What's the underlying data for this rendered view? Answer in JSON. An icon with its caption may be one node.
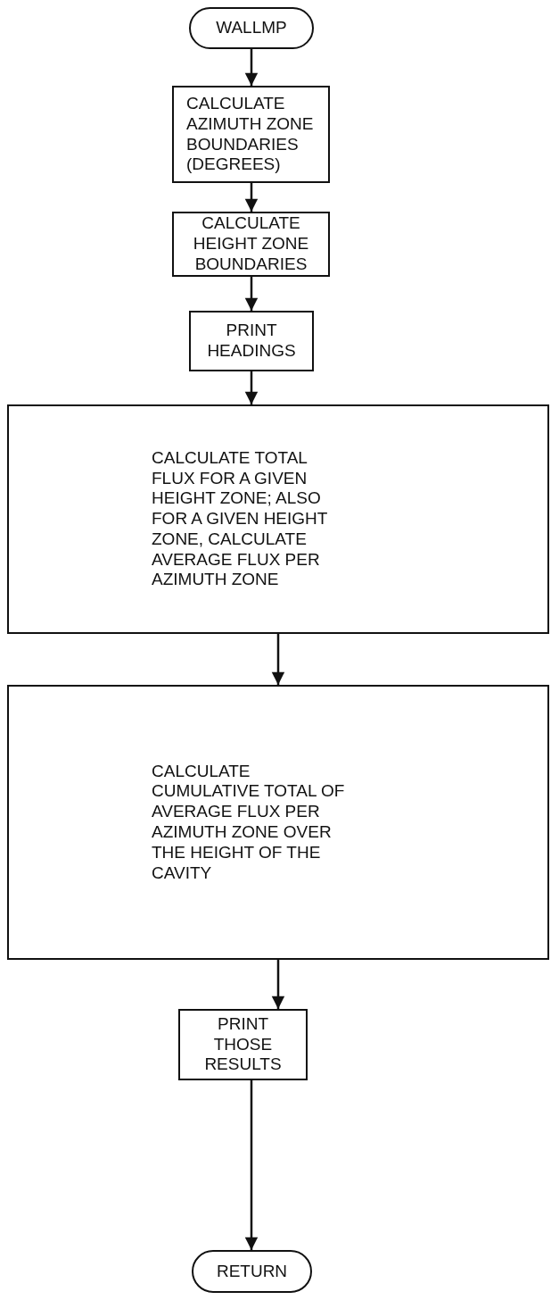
{
  "diagram": {
    "nodes": [
      {
        "text": [
          "WALLMP"
        ]
      },
      {
        "text": [
          "CALCULATE AZIMUTH ZONE BOUNDARIES (DEGREES)"
        ]
      },
      {
        "text": [
          "CALCULATE HEIGHT ZONE BOUNDARIES"
        ]
      },
      {
        "text": [
          "PRINT HEADINGS"
        ]
      },
      {
        "text": [
          "CALCULATE TOTAL FLUX FOR A GIVEN HEIGHT ZONE; ALSO FOR A GIVEN HEIGHT ZONE, CALCULATE AVERAGE FLUX PER AZIMUTH ZONE"
        ]
      },
      {
        "text": [
          "CALCULATE CUMULATIVE TOTAL OF AVERAGE FLUX PER AZIMUTH ZONE OVER THE HEIGHT OF THE CAVITY"
        ]
      },
      {
        "text": [
          "PRINT THOSE RESULTS"
        ]
      },
      {
        "text": [
          "RETURN"
        ]
      }
    ],
    "edges": [
      {
        "from": 0,
        "to": 1,
        "arrow": "to"
      },
      {
        "from": 1,
        "to": 2,
        "arrow": "to"
      },
      {
        "from": 2,
        "to": 3,
        "arrow": "to"
      },
      {
        "from": 3,
        "to": 4,
        "arrow": "to"
      },
      {
        "from": 4,
        "to": 5,
        "arrow": "to"
      },
      {
        "from": 5,
        "to": 6,
        "arrow": "to"
      },
      {
        "from": 6,
        "to": 7,
        "arrow": "to"
      }
    ]
  }
}
